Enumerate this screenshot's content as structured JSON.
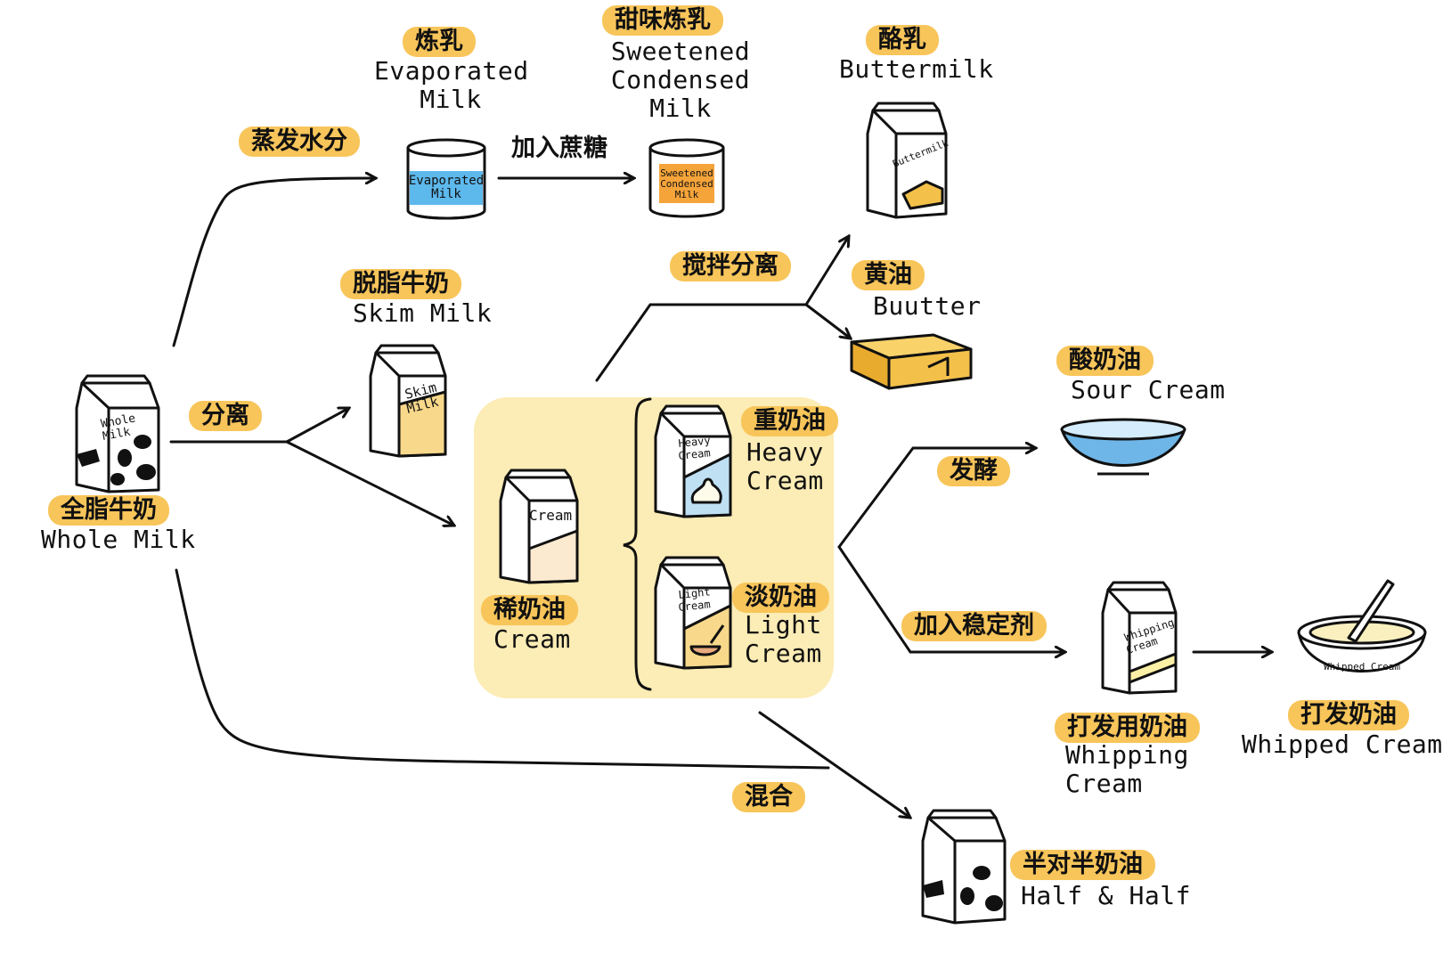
{
  "nodes": {
    "whole_milk": {
      "cn": "全脂牛奶",
      "en": "Whole Milk",
      "pkg": [
        "Whole",
        "Milk"
      ]
    },
    "evaporated": {
      "cn": "炼乳",
      "en": [
        "Evaporated",
        "Milk"
      ],
      "pkg": [
        "Evaporated",
        "Milk"
      ]
    },
    "condensed": {
      "cn": "甜味炼乳",
      "en": [
        "Sweetened",
        "Condensed",
        "Milk"
      ],
      "pkg": [
        "Sweetened",
        "Condensed",
        "Milk"
      ]
    },
    "buttermilk": {
      "cn": "酪乳",
      "en": "Buttermilk",
      "pkg": "Buttermilk"
    },
    "skim": {
      "cn": "脱脂牛奶",
      "en": "Skim Milk",
      "pkg": [
        "Skim",
        "Milk"
      ]
    },
    "butter": {
      "cn": "黄油",
      "en": "Buutter"
    },
    "cream": {
      "cn": "稀奶油",
      "en": "Cream",
      "pkg": "Cream"
    },
    "heavy": {
      "cn": "重奶油",
      "en": [
        "Heavy",
        "Cream"
      ],
      "pkg": [
        "Heavy",
        "Cream"
      ]
    },
    "light": {
      "cn": "淡奶油",
      "en": [
        "Light",
        "Cream"
      ],
      "pkg": [
        "Light",
        "Cream"
      ]
    },
    "sour": {
      "cn": "酸奶油",
      "en": "Sour Cream"
    },
    "whipping": {
      "cn": "打发用奶油",
      "en": [
        "Whipping",
        "Cream"
      ],
      "pkg": [
        "Whipping",
        "Cream"
      ]
    },
    "whipped": {
      "cn": "打发奶油",
      "en": "Whipped Cream",
      "pkg": "Whipped Cream"
    },
    "half": {
      "cn": "半对半奶油",
      "en": "Half & Half"
    }
  },
  "edges": {
    "evaporate": "蒸发水分",
    "add_sugar": "加入蔗糖",
    "churn": "搅拌分离",
    "separate": "分离",
    "ferment": "发酵",
    "stabilizer": "加入稳定剂",
    "mix": "混合"
  },
  "colors": {
    "highlight": "#f8c55a",
    "cream_region": "#fbe9a8",
    "evaporated_label": "#5db8ec",
    "condensed_label": "#f5a43a",
    "butter": "#f3c14a",
    "bowl": "#6fb6e8"
  }
}
